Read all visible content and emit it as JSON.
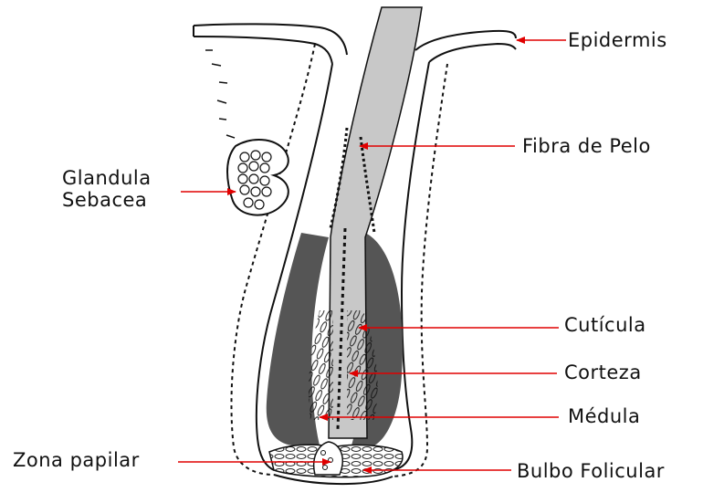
{
  "labels": {
    "epidermis": "Epidermis",
    "fibra": "Fibra de Pelo",
    "glandula_line1": "Glandula",
    "glandula_line2": "Sebacea",
    "cuticula": "Cutícula",
    "corteza": "Corteza",
    "medula": "Médula",
    "zona_papilar": "Zona papilar",
    "bulbo": "Bulbo Folicular"
  },
  "colors": {
    "arrow": "#e00000",
    "outline": "#111111",
    "hair_shaft": "#c8c8c8",
    "inner_sheath": "#555555",
    "background": "#ffffff"
  }
}
